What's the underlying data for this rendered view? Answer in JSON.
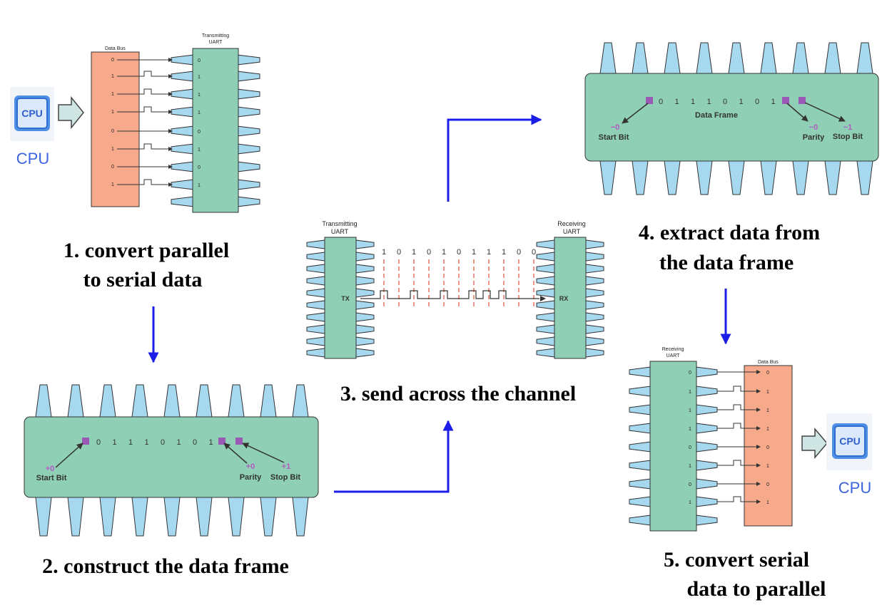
{
  "captions": {
    "step1_line1": "1. convert parallel",
    "step1_line2": "to serial data",
    "step2": "2. construct the data frame",
    "step3": "3. send across the channel",
    "step4_line1": "4. extract data from",
    "step4_line2": "the data frame",
    "step5_line1": "5. convert serial",
    "step5_line2": "data to parallel"
  },
  "cpu": {
    "label": "CPU",
    "chip_text": "CPU"
  },
  "step1": {
    "data_bus": "Data Bus",
    "uart_line1": "Transmitting",
    "uart_line2": "UART",
    "bits": [
      "0",
      "1",
      "1",
      "1",
      "0",
      "1",
      "0",
      "1"
    ]
  },
  "step2": {
    "frame_bits": [
      "0",
      "1",
      "1",
      "1",
      "0",
      "1",
      "0",
      "1"
    ],
    "start_value": "+0",
    "start_label": "Start Bit",
    "parity_value": "+0",
    "parity_label": "Parity",
    "stop_value": "+1",
    "stop_label": "Stop Bit"
  },
  "step3": {
    "tx_line1": "Transmitting",
    "tx_line2": "UART",
    "rx_line1": "Receiving",
    "rx_line2": "UART",
    "tx": "TX",
    "rx": "RX",
    "stream_bits": [
      "1",
      "0",
      "1",
      "0",
      "1",
      "0",
      "1",
      "1",
      "1",
      "0",
      "0"
    ]
  },
  "step4": {
    "frame_bits": [
      "0",
      "1",
      "1",
      "1",
      "0",
      "1",
      "0",
      "1"
    ],
    "frame_label": "Data Frame",
    "start_value": "−0",
    "start_label": "Start Bit",
    "parity_value": "−0",
    "parity_label": "Parity",
    "stop_value": "−1",
    "stop_label": "Stop Bit"
  },
  "step5": {
    "uart_line1": "Receiving",
    "uart_line2": "UART",
    "data_bus": "Data Bus",
    "bits": [
      "0",
      "1",
      "1",
      "1",
      "0",
      "1",
      "0",
      "1"
    ]
  },
  "colors": {
    "chip": "#8ecfb5",
    "pin": "#a6d8ef",
    "bus": "#f6a98b",
    "arrow": "#1d1de8",
    "dashed": "#e0503a",
    "marker": "#9b59b6"
  }
}
